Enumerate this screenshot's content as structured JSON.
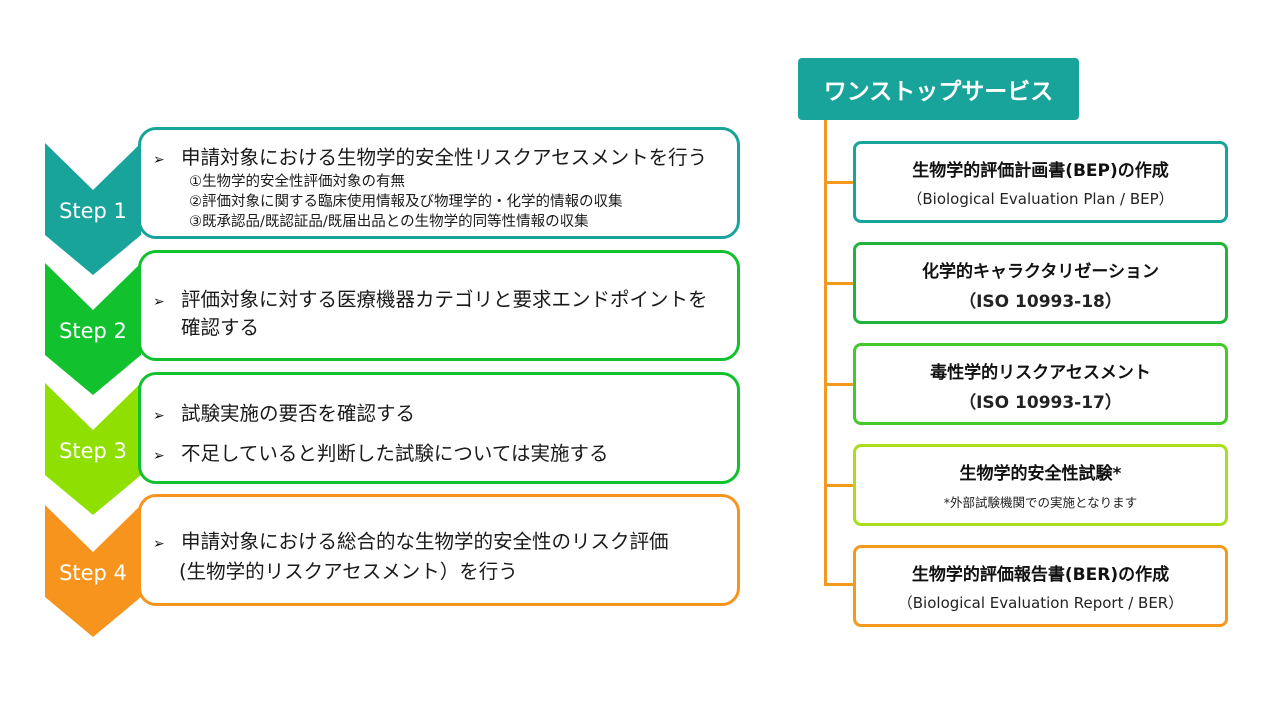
{
  "colors": {
    "step1": "#18a39b",
    "step2": "#11c12e",
    "step3": "#8fe000",
    "step4": "#f7941d",
    "header": "#18a39b",
    "connector": "#f39a1e",
    "box_bep": "#18a39b",
    "box_chem": "#21b43c",
    "box_tox": "#44c92a",
    "box_test": "#a8de1e",
    "box_ber": "#f39a1e"
  },
  "steps": [
    {
      "label": "Step 1",
      "bullets": [
        "申請対象における生物学的安全性リスクアセスメントを行う"
      ],
      "sub_items": [
        "①生物学的安全性評価対象の有無",
        "②評価対象に関する臨床使用情報及び物理学的・化学的情報の収集",
        "③既承認品/既認証品/既届出品との生物学的同等性情報の収集"
      ]
    },
    {
      "label": "Step 2",
      "bullets": [
        "評価対象に対する医療機器カテゴリと要求エンドポイントを"
      ],
      "continuation": "確認する"
    },
    {
      "label": "Step 3",
      "bullets": [
        "試験実施の要否を確認する",
        "不足していると判断した試験については実施する"
      ]
    },
    {
      "label": "Step 4",
      "bullets": [
        "申請対象における総合的な生物学的安全性のリスク評価"
      ],
      "continuation": "(生物学的リスクアセスメント）を行う"
    }
  ],
  "bullet_icon": "arrowhead-bullet-icon",
  "one_stop": {
    "title": "ワンストップサービス",
    "services": [
      {
        "title": "生物学的評価計画書(BEP)の作成",
        "subtitle": "（Biological Evaluation Plan / BEP）"
      },
      {
        "title": "化学的キャラクタリゼーション",
        "subtitle": "（ISO 10993-18）"
      },
      {
        "title": "毒性学的リスクアセスメント",
        "subtitle": "（ISO 10993-17）"
      },
      {
        "title": "生物学的安全性試験*",
        "subtitle": "*外部試験機関での実施となります"
      },
      {
        "title": "生物学的評価報告書(BER)の作成",
        "subtitle": "（Biological Evaluation Report / BER）"
      }
    ]
  }
}
